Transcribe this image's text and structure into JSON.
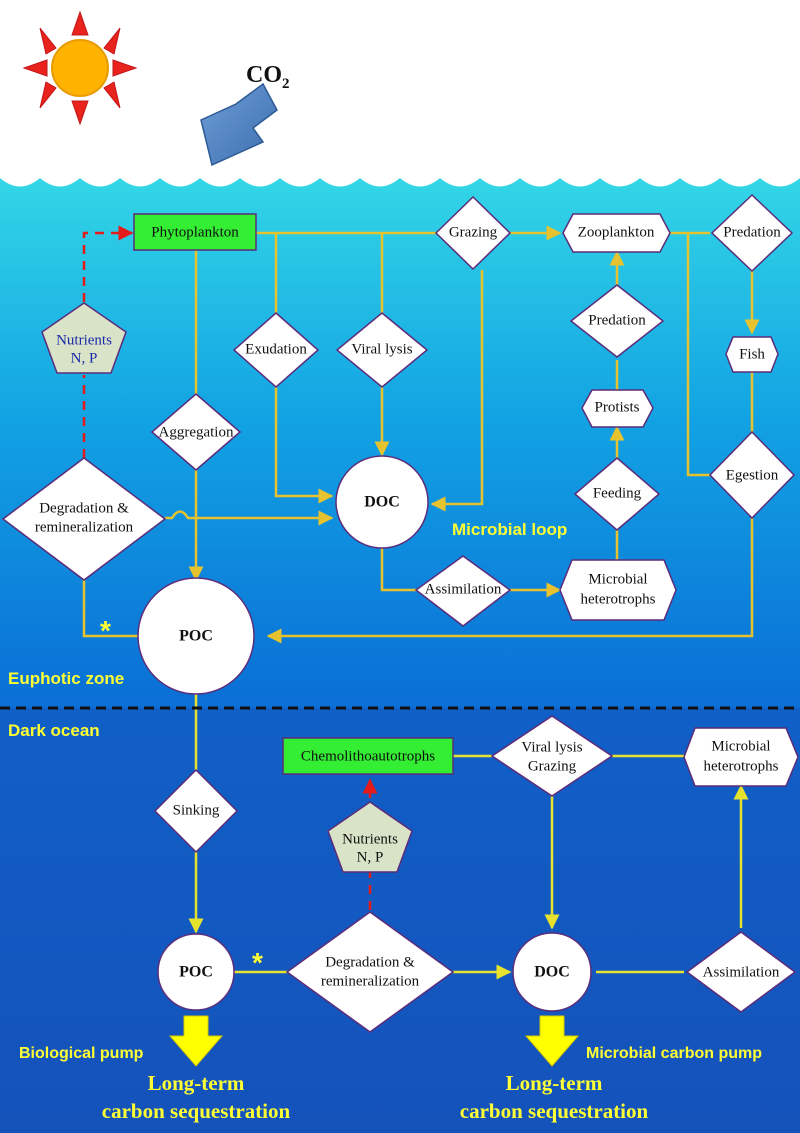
{
  "atmosphere": {
    "co2_label": "CO",
    "co2_sub": "2"
  },
  "nodes": {
    "phytoplankton": "Phytoplankton",
    "grazing_top": "Grazing",
    "zooplankton": "Zooplankton",
    "predation_top": "Predation",
    "nutrients_top_1": "Nutrients",
    "nutrients_top_2": "N, P",
    "exudation": "Exudation",
    "viral_lysis_top": "Viral lysis",
    "predation_mid": "Predation",
    "fish": "Fish",
    "aggregation": "Aggregation",
    "protists": "Protists",
    "doc_top": "DOC",
    "feeding": "Feeding",
    "egestion": "Egestion",
    "degradation_top_1": "Degradation &",
    "degradation_top_2": "remineralization",
    "assimilation_top": "Assimilation",
    "microbial_het_top_1": "Microbial",
    "microbial_het_top_2": "heterotrophs",
    "poc_top": "POC",
    "chemolithoautotrophs": "Chemolithoautotrophs",
    "viral_lysis_bottom_1": "Viral lysis",
    "viral_lysis_bottom_2": "Grazing",
    "microbial_het_bottom_1": "Microbial",
    "microbial_het_bottom_2": "heterotrophs",
    "sinking": "Sinking",
    "nutrients_bottom_1": "Nutrients",
    "nutrients_bottom_2": "N, P",
    "poc_bottom": "POC",
    "degradation_bottom_1": "Degradation &",
    "degradation_bottom_2": "remineralization",
    "doc_bottom": "DOC",
    "assimilation_bottom": "Assimilation"
  },
  "labels": {
    "microbial_loop": "Microbial loop",
    "euphotic_zone": "Euphotic zone",
    "dark_ocean": "Dark ocean",
    "biological_pump": "Biological pump",
    "microbial_carbon_pump": "Microbial carbon pump",
    "seq_left_1": "Long-term",
    "seq_left_2": "carbon sequestration",
    "seq_right_1": "Long-term",
    "seq_right_2": "carbon sequestration",
    "asterisk": "*"
  },
  "colors": {
    "sky": "#ffffff",
    "ocean_top": "#2fd3e4",
    "ocean_mid": "#0b6fd8",
    "ocean_deep": "#1450b8",
    "flow_line": "#e6c22e",
    "dark_flow_line": "#e6e22e",
    "nutrient_arrow": "#e41b1b",
    "highlight_box": "#33ee33",
    "nutrient_box": "#d9e3c8",
    "label_yellow": "#ffff33",
    "sun": "#ffb300",
    "sun_rays": "#e8231d",
    "co2_arrow": "#4a7fc1"
  }
}
